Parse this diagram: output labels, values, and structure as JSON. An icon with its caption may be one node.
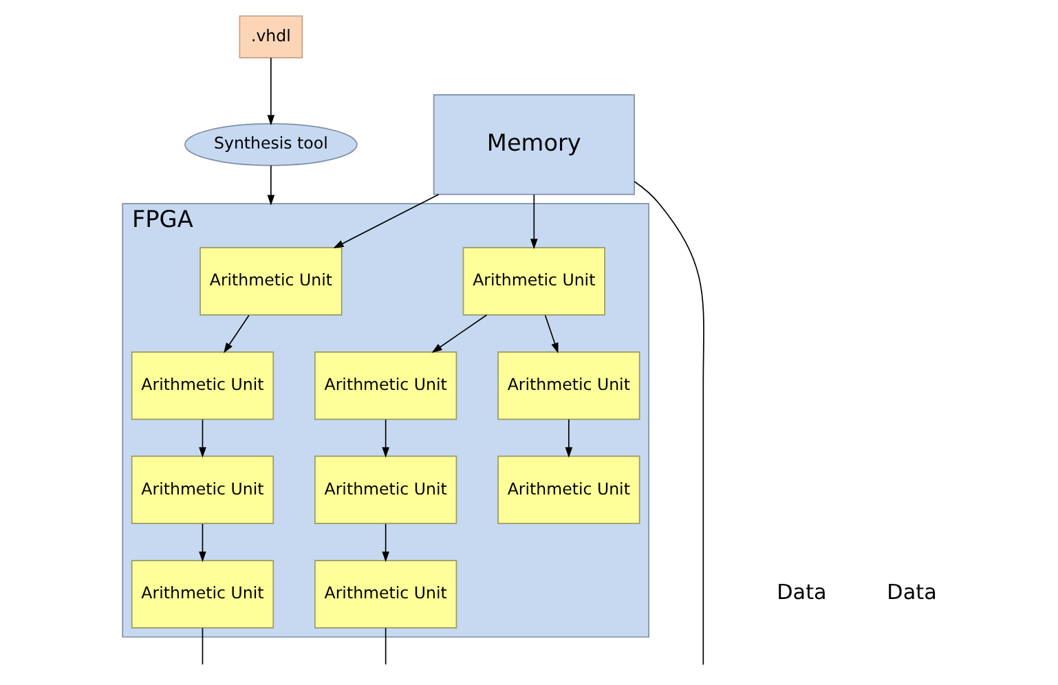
{
  "diagram": {
    "nodes": [
      {
        "text": [
          ".vhdl"
        ]
      },
      {
        "text": [
          "Synthesis tool"
        ]
      },
      {
        "text": [
          "FPGA"
        ]
      },
      {
        "text": [
          "Arithmetic Unit"
        ],
        "in": 2
      },
      {
        "text": [
          "Arithmetic Unit"
        ],
        "in": 2
      },
      {
        "text": [
          "Arithmetic Unit"
        ],
        "in": 2
      },
      {
        "text": [
          "Arithmetic Unit"
        ],
        "in": 2
      },
      {
        "text": [
          "Arithmetic Unit"
        ],
        "in": 2
      },
      {
        "text": [
          "Arithmetic Unit"
        ],
        "in": 2
      },
      {
        "text": [
          "Arithmetic Unit"
        ],
        "in": 2
      },
      {
        "text": [
          "Arithmetic Unit"
        ],
        "in": 2
      },
      {
        "text": [
          "Arithmetic Unit"
        ],
        "in": 2
      },
      {
        "text": [
          "Arithmetic Unit"
        ],
        "in": 2
      },
      {
        "text": [
          "Memory"
        ]
      }
    ],
    "edges": [
      {
        "from": 0,
        "to": 1,
        "arrow": "to"
      },
      {
        "from": 1,
        "to": 2,
        "arrow": "to"
      },
      {
        "from": 13,
        "to": 3,
        "arrow": "to"
      },
      {
        "from": 13,
        "to": 4,
        "arrow": "to"
      },
      {
        "from": 3,
        "to": 5,
        "arrow": "to"
      },
      {
        "from": 4,
        "to": 6,
        "arrow": "to"
      },
      {
        "from": 4,
        "to": 7,
        "arrow": "to"
      },
      {
        "from": 5,
        "to": 8,
        "arrow": "to"
      },
      {
        "from": 6,
        "to": 9,
        "arrow": "to"
      },
      {
        "from": 7,
        "to": 10,
        "arrow": "to"
      },
      {
        "from": 8,
        "to": 11,
        "arrow": "to"
      },
      {
        "from": 10,
        "to": 12,
        "arrow": "to"
      },
      {
        "from": 11,
        "to": null,
        "arrow": "none"
      },
      {
        "from": 12,
        "to": null,
        "arrow": "none"
      },
      {
        "from": 13,
        "to": null,
        "arrow": "none"
      }
    ],
    "labels": [
      "Data",
      "Data"
    ]
  }
}
